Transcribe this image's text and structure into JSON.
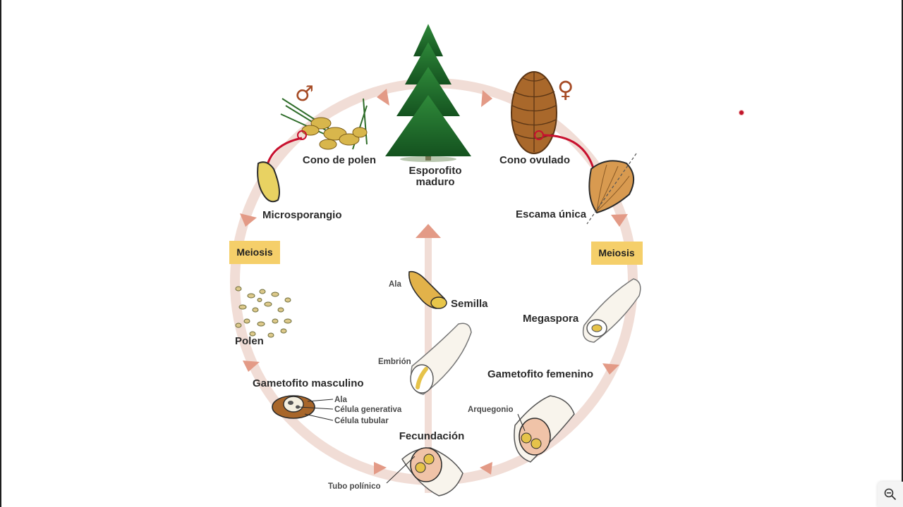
{
  "symbols": {
    "male": "♂",
    "female": "♀"
  },
  "labels": {
    "esporofito_line1": "Esporofito",
    "esporofito_line2": "maduro",
    "cono_polen": "Cono de polen",
    "cono_ovulado": "Cono ovulado",
    "microsporangio": "Microsporangio",
    "escama": "Escama única",
    "meiosis_left": "Meiosis",
    "meiosis_right": "Meiosis",
    "polen": "Polen",
    "megaspora": "Megaspora",
    "ala_semilla": "Ala",
    "semilla": "Semilla",
    "embrion": "Embrión",
    "gametofito_masculino": "Gametofito masculino",
    "gametofito_femenino": "Gametofito femenino",
    "ala_gm": "Ala",
    "celula_generativa": "Célula generativa",
    "celula_tubular": "Célula tubular",
    "arquegonio": "Arquegonio",
    "fecundacion": "Fecundación",
    "tubo_polinico": "Tubo polínico"
  },
  "colors": {
    "cycle_ring": "#f1ddd6",
    "arrows": "#e39a86",
    "red_connector": "#c8102e",
    "meiosis_box": "#f5cf6a",
    "tree_green": "#1f6b2b",
    "cone_brown": "#a9682b"
  },
  "controls": {
    "zoom_icon": "zoom-out-icon"
  }
}
